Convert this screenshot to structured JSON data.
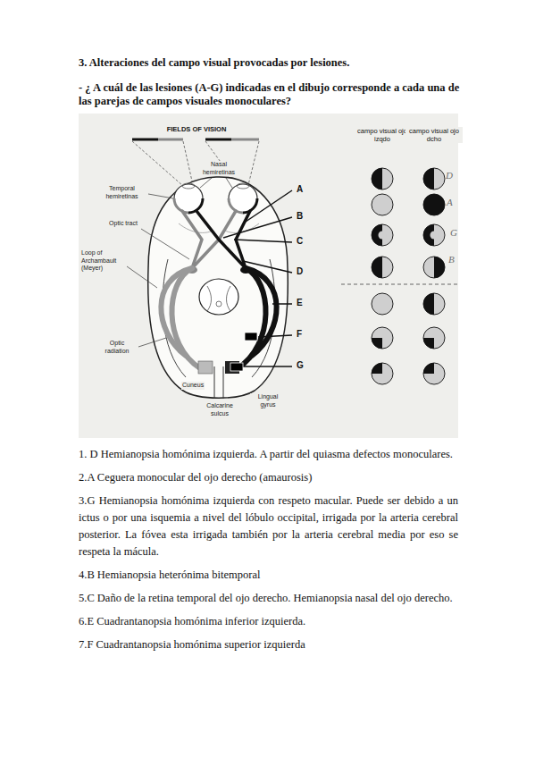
{
  "diagram": {
    "title": "3. Alteraciones del campo visual provocadas por lesiones.",
    "labels": [
      "- ¿ A cuál de las lesiones (A-G) indicadas en el dibujo corresponde a cada una de las parejas de campos visuales monoculares?",
      "FIELDS OF VISION",
      "campo visual ojo izqdo",
      "campo visual ojo dcho",
      "Nasal hemiretinas",
      "D",
      "Temporal hemiretinas",
      "A",
      "A",
      "Optic tract",
      "B",
      "G",
      "C",
      "Loop of Archambault (Meyer)",
      "B",
      "D",
      "E",
      "F",
      "Optic radiation",
      "G",
      "Cuneus",
      "Calcarine sulcus",
      "Lingual gyrus",
      "1. D Hemianopsia homónima izquierda. A partir del quiasma defectos monoculares.",
      "2.A Ceguera monocular del ojo derecho (amaurosis)",
      "3.G Hemianopsia homónima izquierda con respeto macular. Puede ser debido a un ictus o por una isquemia a nivel del lóbulo occipital, irrigada por la arteria cerebral posterior. La fóvea esta irrigada también por la arteria cerebral media por eso se respeta la mácula.",
      "4.B Hemianopsia heterónima bitemporal",
      "5.C Daño de la retina temporal del ojo derecho. Hemianopsia nasal del ojo derecho.",
      "6.E Cuadrantanopsia homónima inferior izquierda.",
      "7.F Cuadrantanopsia homónima superior izquierda"
    ]
  }
}
